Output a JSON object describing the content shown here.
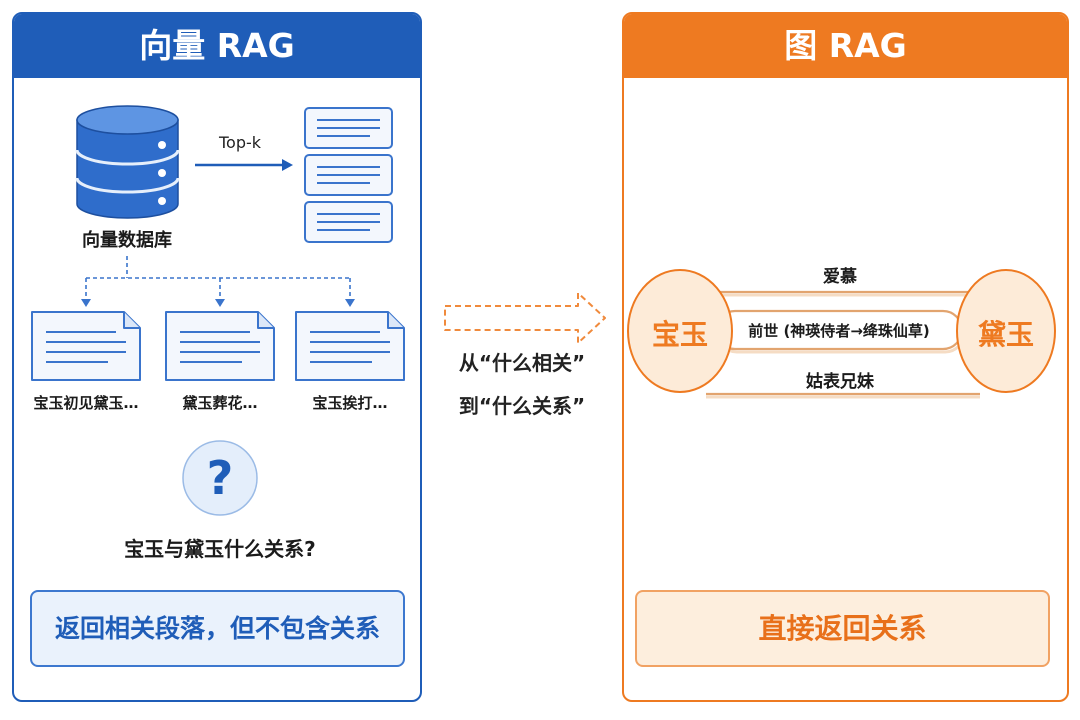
{
  "colors": {
    "vector_accent": "#1f5db8",
    "vector_light": "#eaf2fc",
    "graph_accent": "#ee7a21",
    "graph_light": "#fdeedd"
  },
  "vector_panel": {
    "title": "向量 RAG",
    "database": {
      "icon": "database-icon",
      "label": "向量数据库"
    },
    "retrieval_arrow_label": "Top-k",
    "retrieved_stack_icon": "document-stack-icon",
    "passages": [
      {
        "icon": "document-icon",
        "label": "宝玉初见黛玉…"
      },
      {
        "icon": "document-icon",
        "label": "黛玉葬花…"
      },
      {
        "icon": "document-icon",
        "label": "宝玉挨打…"
      }
    ],
    "question_icon": {
      "icon": "question-icon",
      "glyph": "?"
    },
    "question": "宝玉与黛玉什么关系?",
    "result": "返回相关段落，但不包含关系"
  },
  "transition": {
    "arrow_icon": "dashed-right-arrow-icon",
    "line1": "从“什么相关”",
    "line2": "到“什么关系”"
  },
  "graph_panel": {
    "title": "图 RAG",
    "nodes": [
      {
        "label": "宝玉"
      },
      {
        "label": "黛玉"
      }
    ],
    "edges": [
      {
        "label": "爱慕"
      },
      {
        "label": "前世 (神瑛侍者→绛珠仙草)"
      },
      {
        "label": "姑表兄妹"
      }
    ],
    "result": "直接返回关系"
  }
}
